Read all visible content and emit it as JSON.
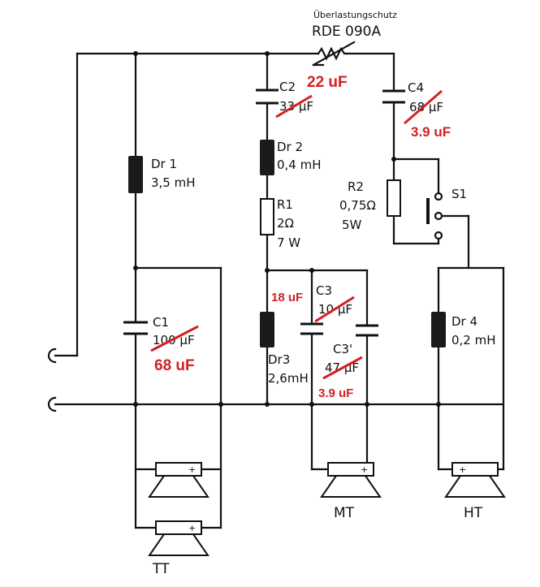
{
  "overload": {
    "title": "Überlastungschutz",
    "part": "RDE 090A"
  },
  "components": {
    "c2": {
      "name": "C2",
      "old": "33 μF",
      "new": "22 uF"
    },
    "c4": {
      "name": "C4",
      "old": "68 μF",
      "new": "3.9 uF"
    },
    "dr2": {
      "name": "Dr 2",
      "value": "0,4 mH"
    },
    "r1": {
      "name": "R1",
      "value": "2Ω",
      "power": "7 W"
    },
    "r2": {
      "name": "R2",
      "value": "0,75Ω",
      "power": "5W"
    },
    "s1": {
      "name": "S1"
    },
    "dr1": {
      "name": "Dr 1",
      "value": "3,5 mH"
    },
    "c1": {
      "name": "C1",
      "old": "100 μF",
      "new": "68 uF"
    },
    "c3": {
      "name": "C3",
      "old": "10 μF",
      "new": "18 uF"
    },
    "c3p": {
      "name": "C3'",
      "old": "47 μF",
      "new": "3.9 uF"
    },
    "dr3": {
      "name": "Dr3",
      "value": "2,6mH"
    },
    "dr4": {
      "name": "Dr 4",
      "value": "0,2 mH"
    }
  },
  "speakers": {
    "tt": "TT",
    "mt": "MT",
    "ht": "HT",
    "polarity": "+"
  },
  "colors": {
    "line": "#111111",
    "annotation": "#d42020"
  }
}
